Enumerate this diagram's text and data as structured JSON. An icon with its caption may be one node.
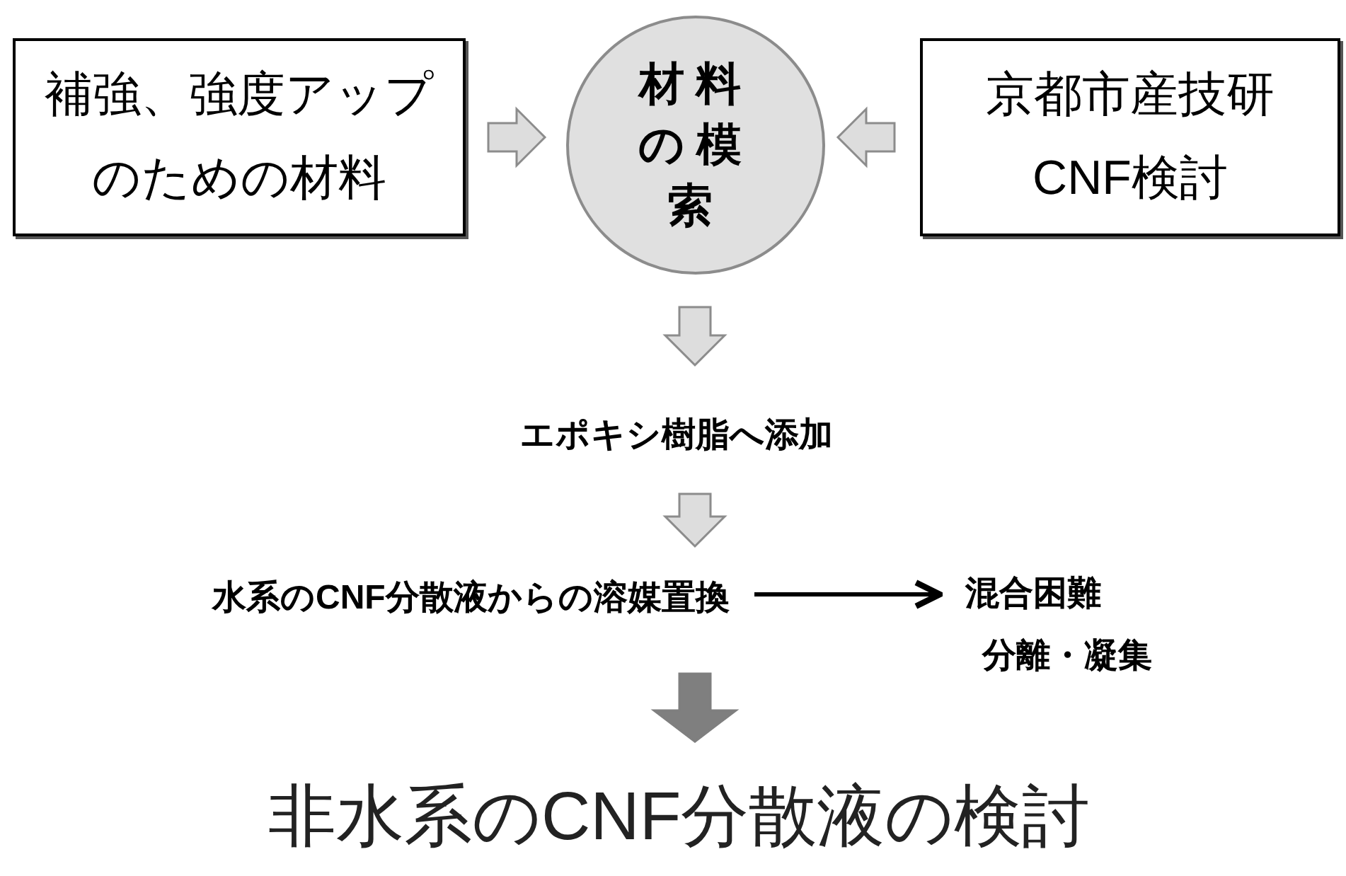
{
  "diagram": {
    "nodes": [
      {
        "text": [
          "補強、強度アップのための材料"
        ]
      },
      {
        "text": [
          "材料の模索"
        ]
      },
      {
        "text": [
          "京都市産技研CNF検討"
        ]
      },
      {
        "text": [
          "エポキシ樹脂へ添加"
        ]
      },
      {
        "text": [
          "水系のCNF分散液からの溶媒置換"
        ]
      },
      {
        "text": [
          "混合困難",
          "分離・凝集"
        ]
      },
      {
        "text": [
          "非水系のCNF分散液の検討"
        ]
      }
    ],
    "edges": [
      {
        "from": 0,
        "to": 1,
        "arrow": "to",
        "style": "thick"
      },
      {
        "from": 2,
        "to": 1,
        "arrow": "to",
        "style": "thick"
      },
      {
        "from": 1,
        "to": 3,
        "arrow": "to",
        "style": "thick"
      },
      {
        "from": 3,
        "to": 4,
        "arrow": "to",
        "style": "thick"
      },
      {
        "from": 4,
        "to": 5,
        "arrow": "to"
      },
      {
        "from": 4,
        "to": 6,
        "arrow": "to",
        "style": "thick",
        "color": "#7f7f7f"
      }
    ]
  }
}
